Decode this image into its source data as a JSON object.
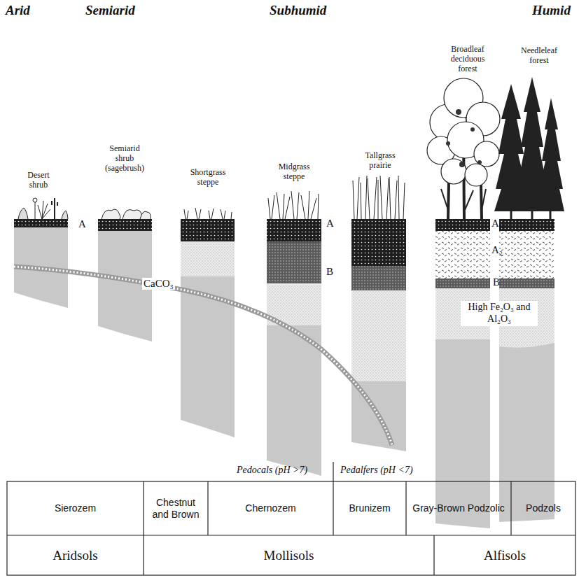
{
  "diagram": {
    "labels": [
      "Arid",
      "Semiarid",
      "Subhumid",
      "Humid",
      "Desert shrub",
      "Semiarid shrub (sagebrush)",
      "Shortgrass steppe",
      "Midgrass steppe",
      "Tallgrass prairie",
      "Broadleaf deciduous forest",
      "Needleleaf forest",
      "A",
      "A",
      "B",
      "CaCO₃",
      "A₁",
      "A₂",
      "B",
      "High Fe₂O₃ and Al₂O₃",
      "Pedocals (pH >7)",
      "Pedalfers (pH <7)",
      "Sierozem",
      "Chestnut and Brown",
      "Chernozem",
      "Brunizem",
      "Gray-Brown Podzolic",
      "Podzols",
      "Aridsols",
      "Mollisols",
      "Alfisols"
    ]
  }
}
